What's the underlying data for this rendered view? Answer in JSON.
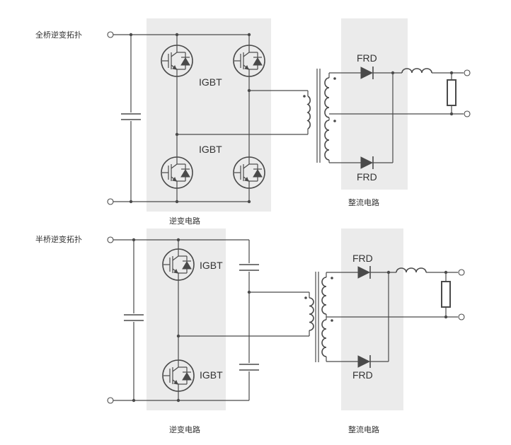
{
  "full_bridge": {
    "title": "全桥逆变拓扑",
    "igbt_top": "IGBT",
    "igbt_bottom": "IGBT",
    "frd_top": "FRD",
    "frd_bottom": "FRD",
    "inverter_caption": "逆变电路",
    "rectifier_caption": "整流电路"
  },
  "half_bridge": {
    "title": "半桥逆变拓扑",
    "igbt_top": "IGBT",
    "igbt_bottom": "IGBT",
    "frd_top": "FRD",
    "frd_bottom": "FRD",
    "inverter_caption": "逆变电路",
    "rectifier_caption": "整流电路"
  },
  "colors": {
    "line": "#4a4a4a",
    "panel": "#ebebeb",
    "text": "#333333"
  }
}
